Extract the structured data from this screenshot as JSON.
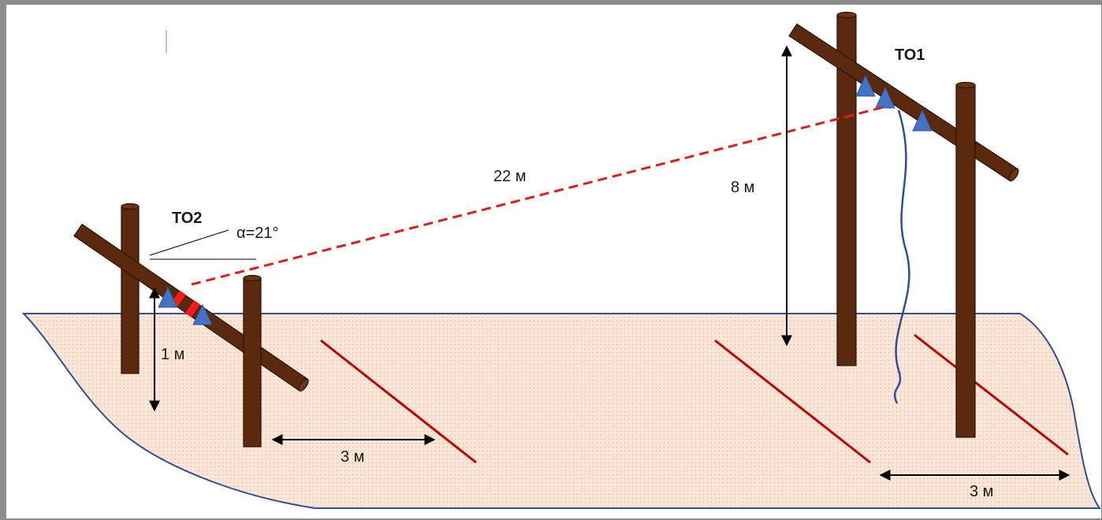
{
  "labels": {
    "support_left": "ТО2",
    "support_right": "ТО1",
    "angle": "α=21°",
    "span": "22 м",
    "height_right": "8 м",
    "height_left": "1 м",
    "offset_left": "3 м",
    "offset_right": "3 м"
  },
  "colors": {
    "ground_fill": "#fbe5d6",
    "ground_dots": "#d9b8a0",
    "ground_outline": "#2f4e9a",
    "pole": "#5b2a0e",
    "pole_outline": "#2b1205",
    "insulator": "#4472c4",
    "wire_dashed": "#e01c1c",
    "ground_mark": "#c00000",
    "dimension": "#000000",
    "hanging_wire": "#2f4e9a"
  }
}
